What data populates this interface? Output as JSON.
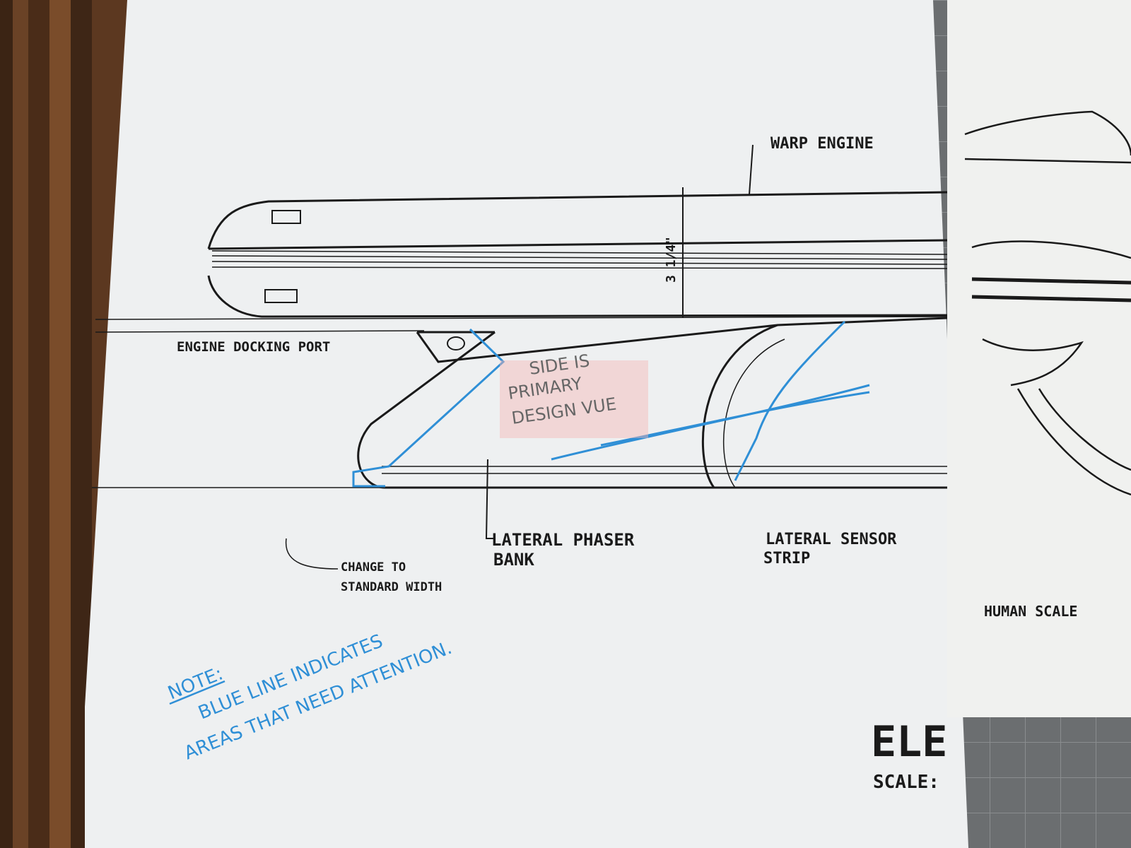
{
  "labels": {
    "warp_engine": "WARP ENGINE",
    "engine_docking_port": "ENGINE DOCKING PORT",
    "dimension": "3 1/4\"",
    "pencil_note_1": "SIDE IS",
    "pencil_note_2": "PRIMARY",
    "pencil_note_3": "DESIGN VUE",
    "lateral_phaser_1": "LATERAL PHASER",
    "lateral_phaser_2": "BANK",
    "lateral_sensor_1": "LATERAL SENSOR",
    "lateral_sensor_2": "STRIP",
    "change_1": "CHANGE TO",
    "change_2": "STANDARD WIDTH",
    "human_scale": "HUMAN SCALE",
    "elevation_partial": "ELE",
    "scale_partial": "SCALE:"
  },
  "note": {
    "title": "NOTE:",
    "line1": "BLUE LINE INDICATES",
    "line2": "AREAS THAT NEED ATTENTION."
  },
  "colors": {
    "ink": "#1a1a1a",
    "blue_pencil": "#2f8fd6",
    "red_highlight": "#f4b6b6"
  }
}
